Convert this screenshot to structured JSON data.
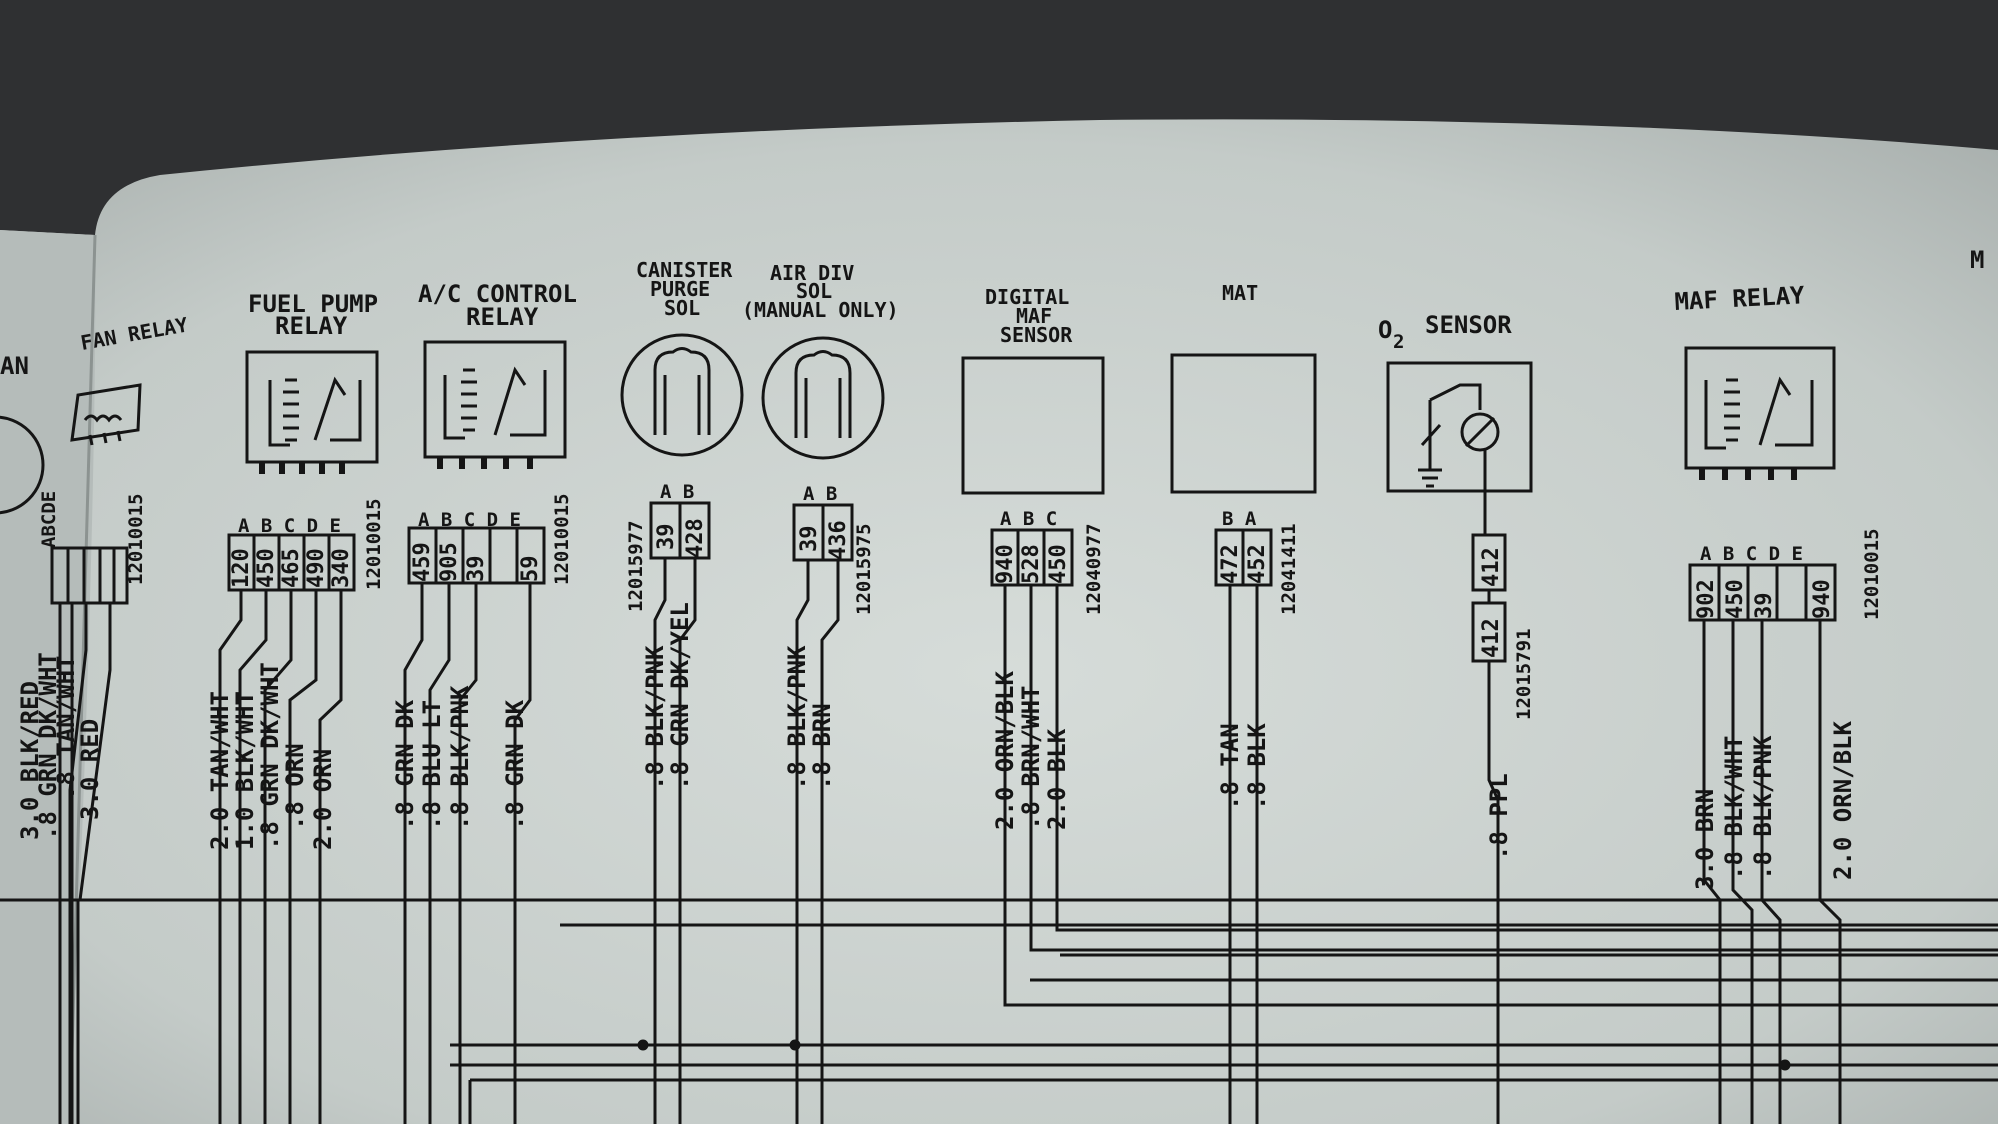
{
  "components": [
    {
      "id": "partial-left",
      "title": [
        "AN"
      ],
      "connector": "",
      "pins": [],
      "cavities": [],
      "wires": []
    },
    {
      "id": "fan-relay",
      "title": [
        "FAN RELAY"
      ],
      "connector": "12010015",
      "pins": [
        "A",
        "B",
        "C",
        "D",
        "E"
      ],
      "cavities": [
        "",
        "",
        "",
        "",
        ""
      ],
      "wires": [
        "3.0 BLK/RED",
        ".8 GRN DK/WHT",
        ".8 TAN/WHT",
        "3.0 RED"
      ]
    },
    {
      "id": "fuel-pump-relay",
      "title": [
        "FUEL PUMP",
        "RELAY"
      ],
      "connector": "12010015",
      "pins": [
        "A",
        "B",
        "C",
        "D",
        "E"
      ],
      "cavities": [
        "120",
        "450",
        "465",
        "490",
        "340"
      ],
      "wires": [
        "2.0 TAN/WHT",
        "1.0 BLK/WHT",
        ".8 GRN DK/WHT",
        ".8 ORN",
        "2.0 ORN"
      ]
    },
    {
      "id": "ac-control-relay",
      "title": [
        "A/C CONTROL",
        "RELAY"
      ],
      "connector": "12010015",
      "pins": [
        "A",
        "B",
        "C",
        "D",
        "E"
      ],
      "cavities": [
        "459",
        "905",
        "39",
        "",
        "59"
      ],
      "wires": [
        ".8 GRN DK",
        ".8 BLU LT",
        ".8 BLK/PNK",
        ".8 GRN DK"
      ]
    },
    {
      "id": "canister-purge-sol",
      "title": [
        "CANISTER",
        "PURGE",
        "SOL"
      ],
      "connector": "12015977",
      "pins": [
        "A",
        "B"
      ],
      "cavities": [
        "39",
        "428"
      ],
      "wires": [
        ".8 BLK/PNK",
        ".8 GRN DK/YEL"
      ]
    },
    {
      "id": "air-div-sol",
      "title": [
        "AIR DIV",
        "SOL",
        "(MANUAL ONLY)"
      ],
      "connector": "12015975",
      "pins": [
        "A",
        "B"
      ],
      "cavities": [
        "39",
        "436"
      ],
      "wires": [
        ".8 BLK/PNK",
        ".8 BRN"
      ]
    },
    {
      "id": "digital-maf-sensor",
      "title": [
        "DIGITAL",
        "MAF",
        "SENSOR"
      ],
      "connector": "12040977",
      "pins": [
        "A",
        "B",
        "C"
      ],
      "cavities": [
        "940",
        "528",
        "450"
      ],
      "wires": [
        "2.0 ORN/BLK",
        ".8 BRN/WHT",
        "2.0 BLK"
      ]
    },
    {
      "id": "mat",
      "title": [
        "MAT"
      ],
      "connector": "12041411",
      "pins": [
        "B",
        "A"
      ],
      "cavities": [
        "472",
        "452"
      ],
      "wires": [
        ".8 TAN",
        ".8 BLK"
      ]
    },
    {
      "id": "o2-sensor",
      "title": [
        "O",
        "2",
        "SENSOR"
      ],
      "connector": "12015791",
      "pins": [],
      "cavities": [
        "412",
        "412"
      ],
      "wires": [
        ".8 PPL"
      ]
    },
    {
      "id": "maf-relay",
      "title": [
        "MAF RELAY"
      ],
      "connector": "12010015",
      "pins": [
        "A",
        "B",
        "C",
        "D",
        "E"
      ],
      "cavities": [
        "902",
        "450",
        "39",
        "",
        "940"
      ],
      "wires": [
        "3.0 BRN",
        ".8 BLK/WHT",
        ".8 BLK/PNK",
        "2.0 ORN/BLK"
      ]
    },
    {
      "id": "partial-right",
      "title": [
        "M"
      ],
      "connector": "",
      "pins": [],
      "cavities": [],
      "wires": []
    }
  ]
}
